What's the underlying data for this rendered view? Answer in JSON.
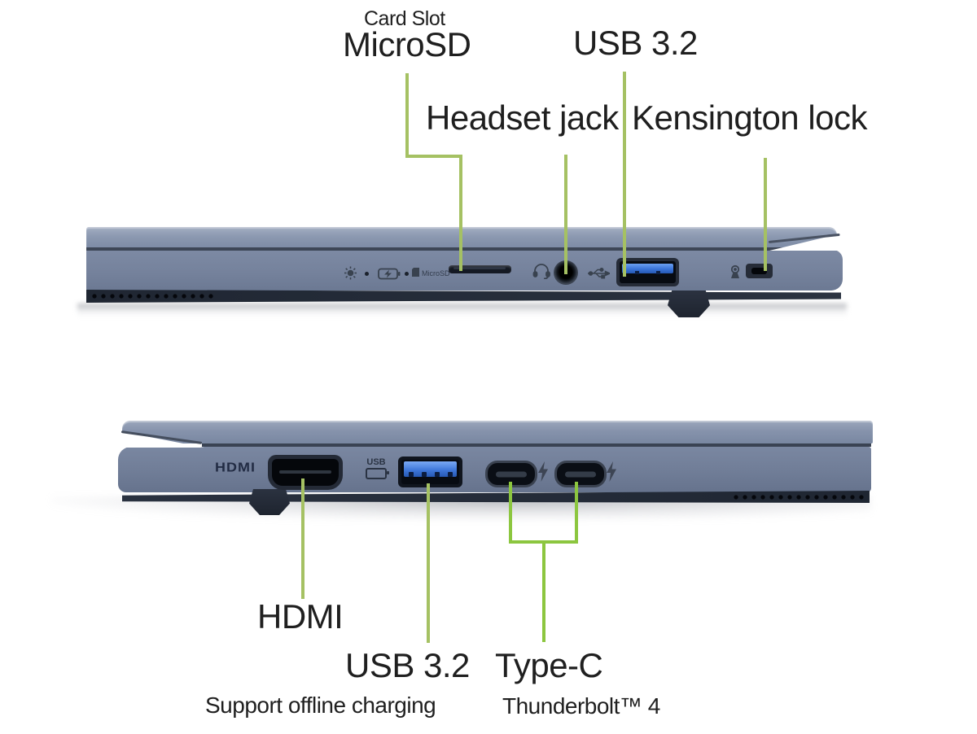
{
  "colors": {
    "background": "#ffffff",
    "leader_line": "#a5c163",
    "leader_line_bright": "#8cc63f",
    "label_text": "#1f1f1f",
    "laptop_body": "#75829c",
    "laptop_lid": "#8b98b0",
    "usb_port_blue": "#3a74d8"
  },
  "top_view": {
    "labels": {
      "card_slot": "Card Slot",
      "microsd": "MicroSD",
      "usb": "USB 3.2",
      "headset": "Headset jack",
      "kensington": "Kensington lock"
    },
    "markings": {
      "microsd_small": "MicroSD"
    },
    "ports": [
      "microsd-card-slot",
      "headset-jack-port",
      "usb-a-port",
      "kensington-lock-slot"
    ],
    "icons": [
      "power-indicator-icon",
      "battery-indicator-icon",
      "microsd-card-icon",
      "headset-icon",
      "usb-icon",
      "kensington-lock-icon"
    ]
  },
  "bottom_view": {
    "labels": {
      "hdmi": "HDMI",
      "usb": "USB 3.2",
      "usb_sub": "Support offline charging",
      "typec": "Type-C",
      "typec_sub": "Thunderbolt™ 4"
    },
    "markings": {
      "hdmi_logo": "HDMI",
      "usb_glyph": "USB"
    },
    "ports": [
      "hdmi-port",
      "usb-a-port",
      "usb-c-port-1",
      "usb-c-port-2"
    ],
    "icons": [
      "usb-charging-icon",
      "thunderbolt-icon",
      "thunderbolt-icon"
    ]
  }
}
